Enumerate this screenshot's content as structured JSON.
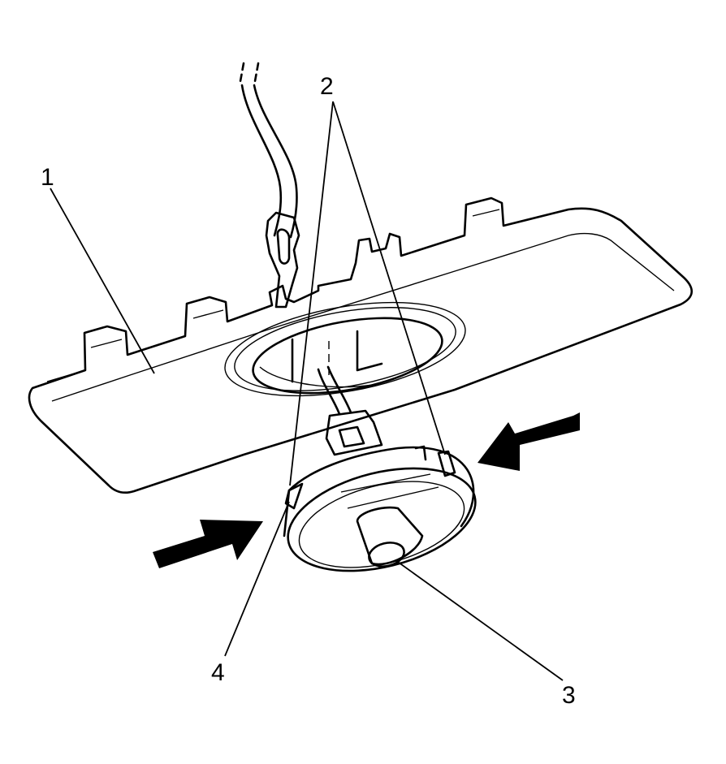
{
  "callouts": {
    "1": "1",
    "2": "2",
    "3": "3",
    "4": "4"
  }
}
